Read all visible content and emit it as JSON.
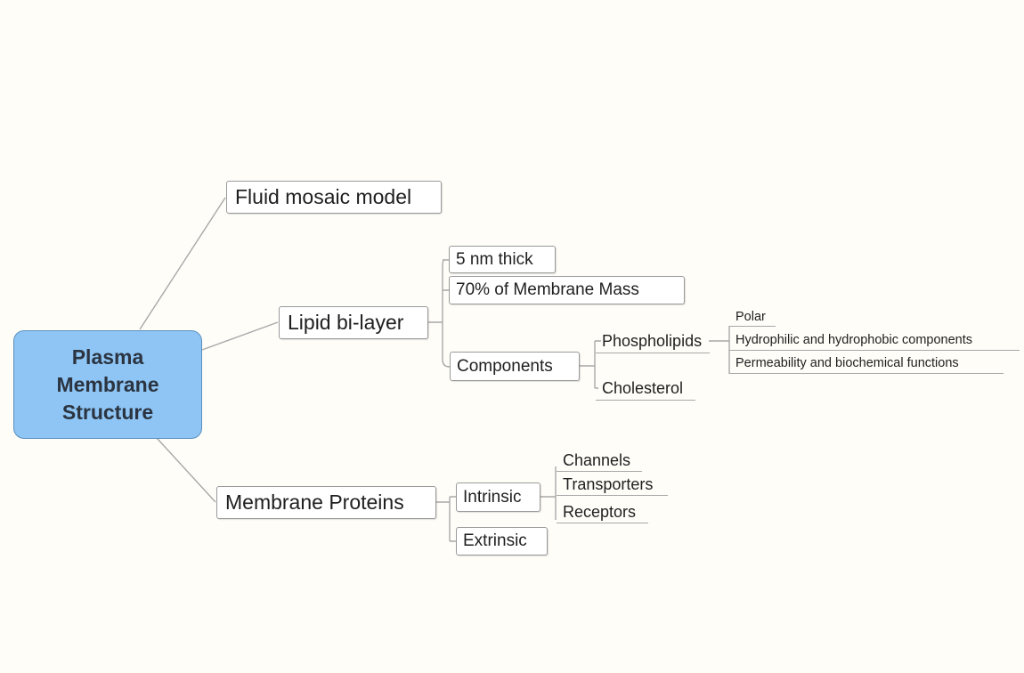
{
  "root": {
    "label": "Plasma Membrane Structure"
  },
  "branches": {
    "fluid": {
      "label": "Fluid mosaic model"
    },
    "lipid": {
      "label": "Lipid bi-layer",
      "thick": "5 nm thick",
      "mass": "70% of Membrane Mass",
      "components": {
        "label": "Components",
        "phospholipids": {
          "label": "Phospholipids",
          "polar": "Polar",
          "hydro": "Hydrophilic and hydrophobic components",
          "perm": "Permeability and biochemical functions"
        },
        "cholesterol": "Cholesterol"
      }
    },
    "proteins": {
      "label": "Membrane Proteins",
      "intrinsic": {
        "label": "Intrinsic",
        "channels": "Channels",
        "transporters": "Transporters",
        "receptors": "Receptors"
      },
      "extrinsic": "Extrinsic"
    }
  },
  "colors": {
    "root_fill": "#8ec5f4",
    "root_border": "#5c8fbd",
    "connector": "#a8a8a8",
    "background": "#fefdf8"
  }
}
